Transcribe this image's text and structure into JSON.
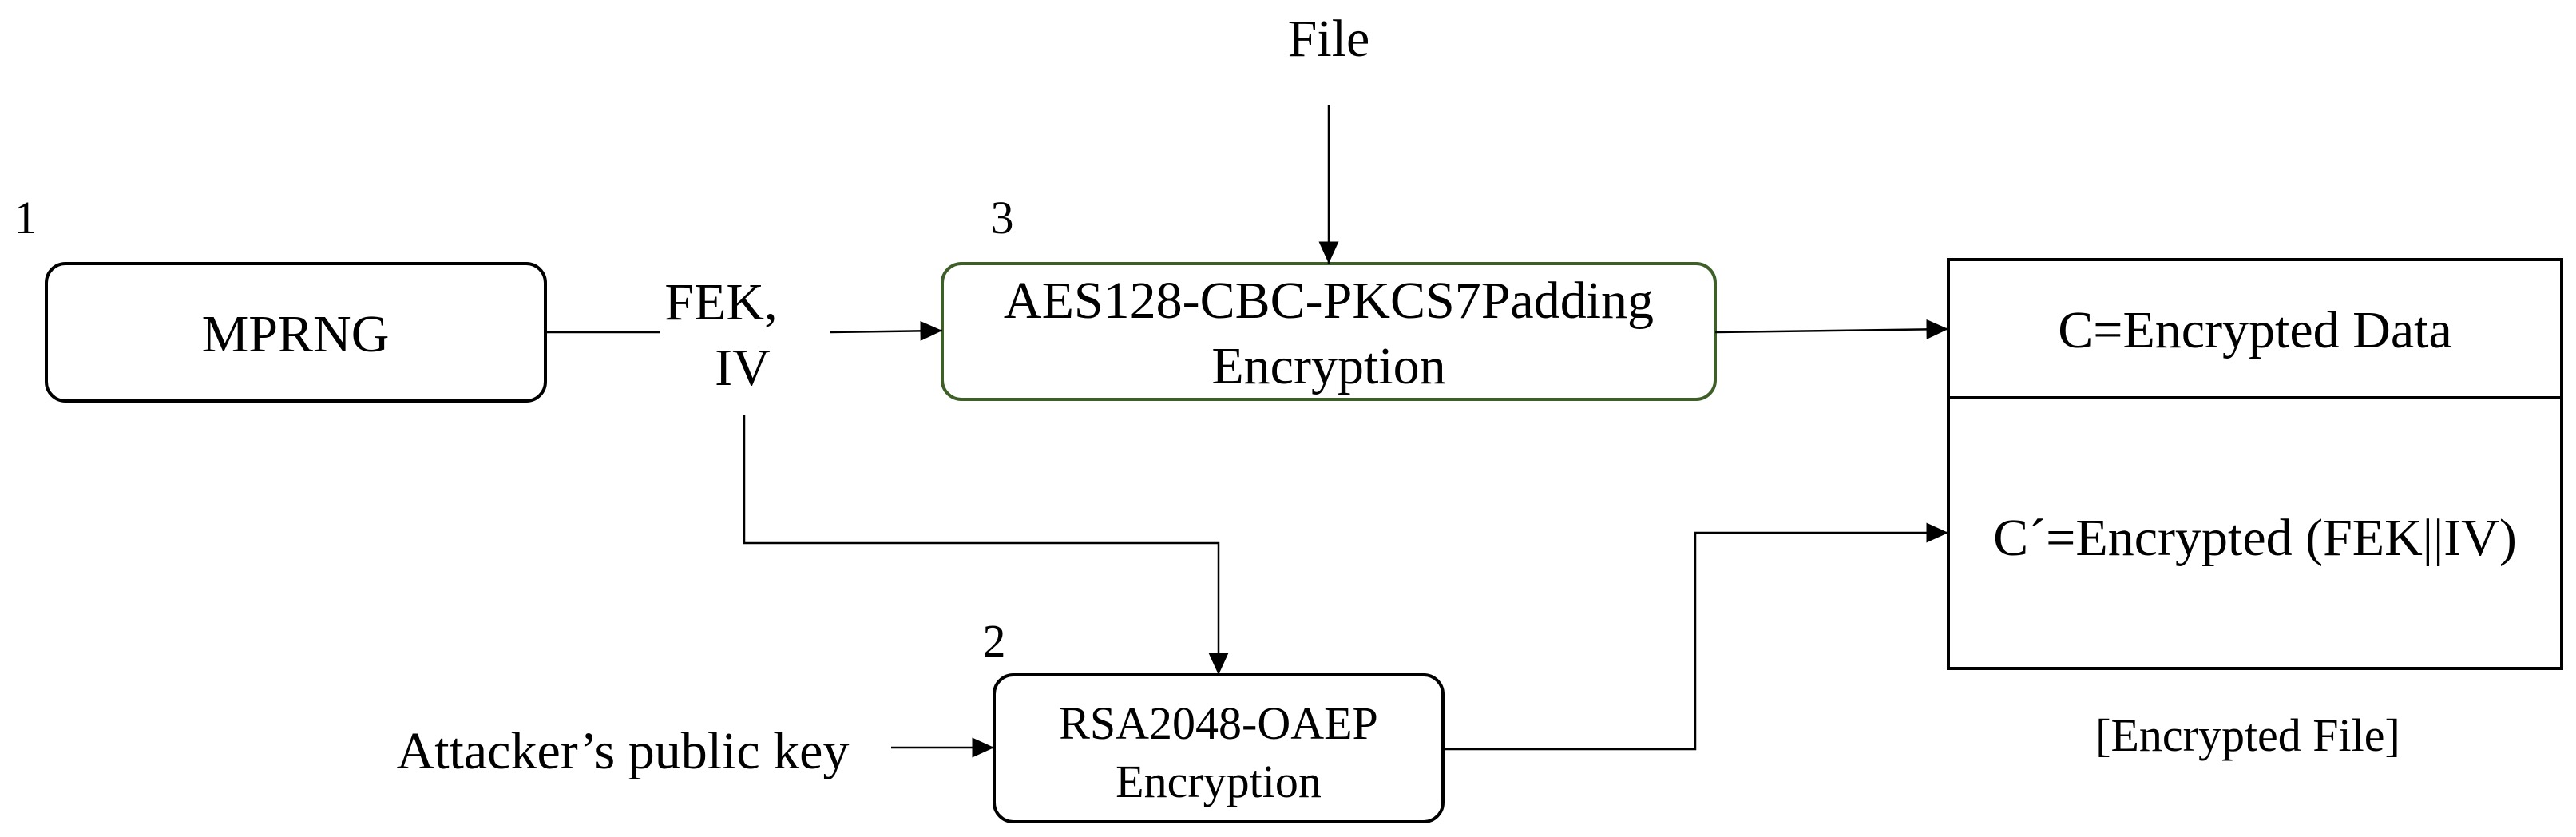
{
  "nodes": {
    "file_label": "File",
    "mprng": {
      "step": "1",
      "label": "MPRNG"
    },
    "fek_iv": {
      "line1": "FEK,",
      "line2": "IV"
    },
    "aes": {
      "step": "3",
      "line1": "AES128-CBC-PKCS7Padding",
      "line2": "Encryption"
    },
    "rsa": {
      "step": "2",
      "line1": "RSA2048-OAEP",
      "line2": "Encryption"
    },
    "public_key_label": "Attacker’s public key",
    "encrypted_file": {
      "data_cell": "C=Encrypted Data",
      "key_cell": "C´=Encrypted (FEK||IV)",
      "caption": "[Encrypted File]"
    }
  },
  "colors": {
    "aes_border": "#3f5f2a",
    "stroke": "#000000",
    "background": "#ffffff"
  }
}
